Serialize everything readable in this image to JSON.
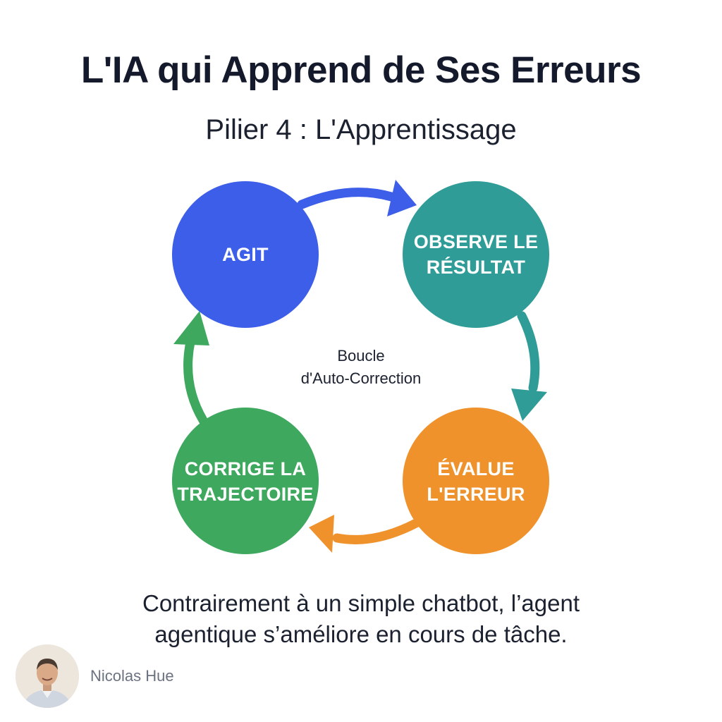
{
  "header": {
    "title": "L'IA qui Apprend de Ses Erreurs",
    "subtitle": "Pilier 4 : L'Apprentissage"
  },
  "cycle": {
    "center_lines": [
      "Boucle",
      "d'Auto-Correction"
    ],
    "nodes": [
      {
        "id": "agit",
        "lines": [
          "AGIT"
        ],
        "color": "#3d5ee8",
        "icon": "none"
      },
      {
        "id": "observe",
        "lines": [
          "OBSERVE LE",
          "RÉSULTAT"
        ],
        "color": "#2f9c98",
        "icon": "none"
      },
      {
        "id": "evalue",
        "lines": [
          "ÉVALUE",
          "L'ERREUR"
        ],
        "color": "#ef922c",
        "icon": "none"
      },
      {
        "id": "corrige",
        "lines": [
          "CORRIGE LA",
          "TRAJECTOIRE"
        ],
        "color": "#3ea85f",
        "icon": "none"
      }
    ],
    "arrows": [
      {
        "from": "agit",
        "to": "observe",
        "color": "#3d5ee8"
      },
      {
        "from": "observe",
        "to": "evalue",
        "color": "#2f9c98"
      },
      {
        "from": "evalue",
        "to": "corrige",
        "color": "#ef922c"
      },
      {
        "from": "corrige",
        "to": "agit",
        "color": "#3ea85f"
      }
    ]
  },
  "caption": {
    "lines": [
      "Contrairement à un simple chatbot, l’agent",
      "agentique s’améliore en cours de tâche."
    ]
  },
  "author": {
    "name": "Nicolas Hue",
    "avatar_icon": "person-avatar-icon"
  }
}
